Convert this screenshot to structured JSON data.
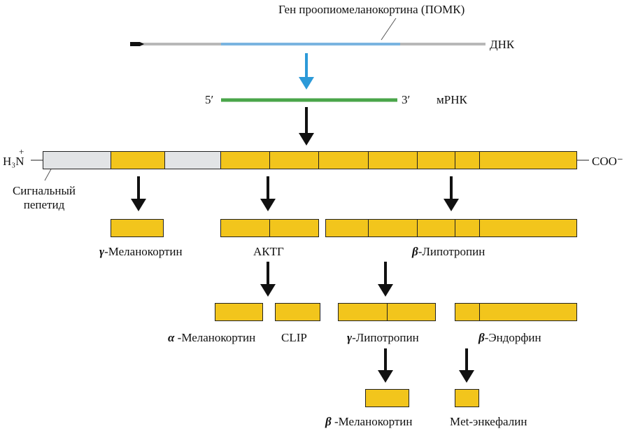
{
  "gene": {
    "label": "Ген проопиомеланокортина (ПОМК)",
    "dna_label": "ДНК"
  },
  "mrna": {
    "five_prime": "5′",
    "three_prime": "3′",
    "label": "мРНК"
  },
  "precursor": {
    "n_term": "H₃N",
    "n_charge": "+",
    "c_term": "COO⁻",
    "signal_peptide": "Сигнальный пепетид"
  },
  "products": {
    "gamma_msh": {
      "greek": "γ",
      "name": "-Меланокортин"
    },
    "acth": {
      "name": "АКТГ"
    },
    "beta_lph": {
      "greek": "β",
      "name": "-Липотропин"
    },
    "alpha_msh": {
      "greek": "α",
      "name": " -Меланокортин"
    },
    "clip": {
      "name": "CLIP"
    },
    "gamma_lph": {
      "greek": "γ",
      "name": "-Липотропин"
    },
    "beta_endorphin": {
      "greek": "β",
      "name": "-Эндорфин"
    },
    "beta_msh": {
      "greek": "β",
      "name": " -Меланокортин"
    },
    "met_enkephalin": {
      "name": "Met-энкефалин"
    }
  },
  "colors": {
    "dna": "#b8b8b8",
    "gene": "#7ab4e0",
    "mrna": "#4aa54a",
    "transcription_arrow": "#2c9ad8",
    "segment": "#f2c51c",
    "signal": "#e2e4e6"
  }
}
